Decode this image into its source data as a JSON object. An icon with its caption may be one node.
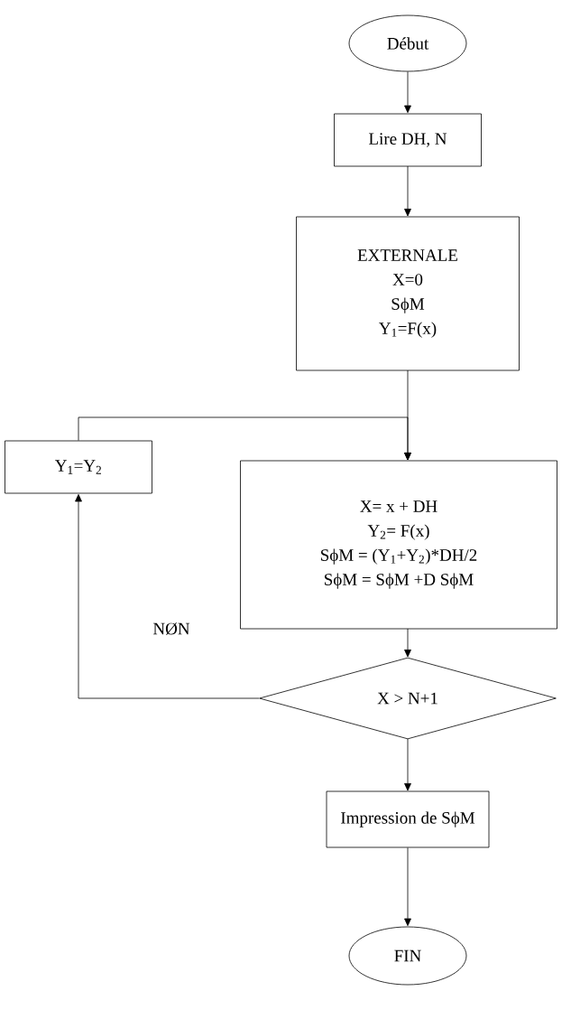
{
  "diagram": {
    "nodes": [
      {
        "text": [
          "Début"
        ]
      },
      {
        "text": [
          "Lire DH, N"
        ]
      },
      {
        "text": [
          "EXTERNALE",
          "X=0",
          "SϕM",
          "Y$_{1}$=F(x)"
        ]
      },
      {
        "text": [
          "X= x + DH",
          "Y$_{2}$= F(x)",
          "SϕM  = (Y$_{1}$+Y$_{2}$)*DH/2",
          "SϕM  = SϕM  +D SϕM"
        ]
      },
      {
        "text": [
          "Y$_{1}$=Y$_{2}$"
        ]
      },
      {
        "text": [
          "X > N+1"
        ]
      },
      {
        "text": [
          "Impression de SϕM"
        ]
      },
      {
        "text": [
          "FIN"
        ]
      }
    ],
    "edges": [
      {
        "from": 0,
        "to": 1,
        "arrow": "to"
      },
      {
        "from": 1,
        "to": 2,
        "arrow": "to"
      },
      {
        "from": 2,
        "to": 3,
        "arrow": "to"
      },
      {
        "from": 3,
        "to": 5,
        "arrow": "to"
      },
      {
        "from": 5,
        "to": 4,
        "arrow": "to",
        "label": "NØN"
      },
      {
        "from": 4,
        "to": 3,
        "arrow": "to"
      },
      {
        "from": 5,
        "to": 6,
        "arrow": "to"
      },
      {
        "from": 6,
        "to": 7,
        "arrow": "to"
      }
    ]
  }
}
